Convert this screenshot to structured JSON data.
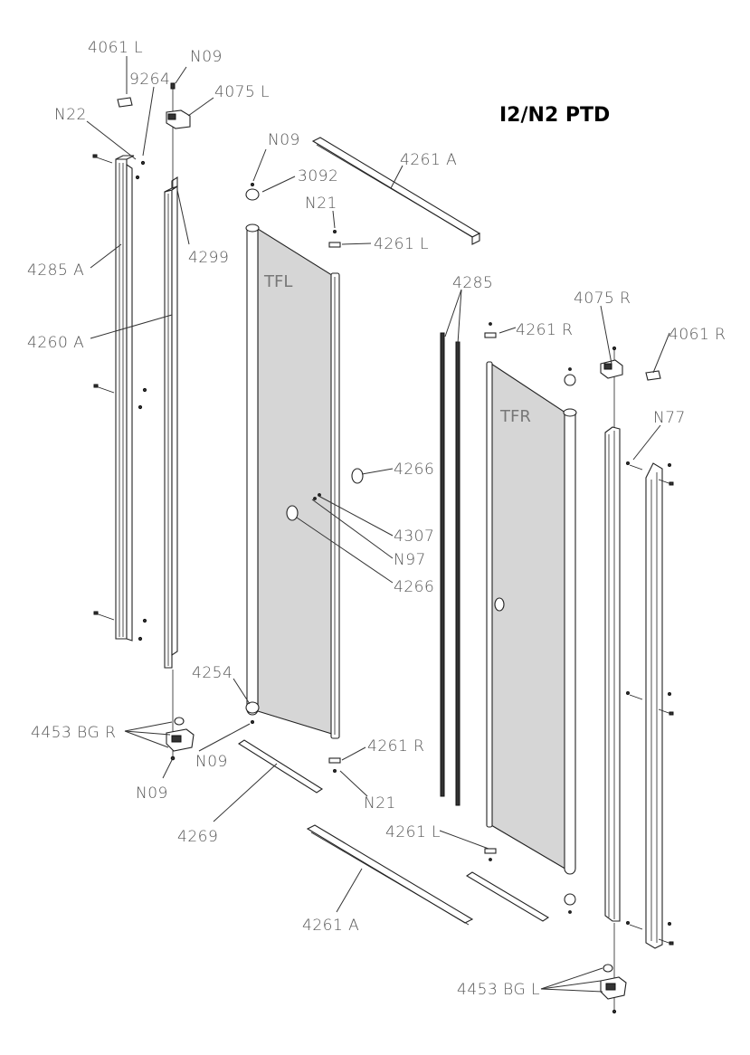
{
  "title": "I2/N2 PTD",
  "glass_labels": {
    "left_panel": "TFL",
    "right_panel": "TFR"
  },
  "parts": {
    "p4061L": "4061 L",
    "p9264": "9264",
    "pN09_top": "N09",
    "p4075L": "4075 L",
    "pN22": "N22",
    "pN09_a": "N09",
    "p3092": "3092",
    "p4261A_top": "4261 A",
    "pN21_top": "N21",
    "p4261L_top": "4261 L",
    "p4299": "4299",
    "p4285A": "4285 A",
    "p4285": "4285",
    "p4075R": "4075 R",
    "p4261R_top": "4261 R",
    "p4061R": "4061 R",
    "p4260A": "4260 A",
    "pN77": "N77",
    "p4266_a": "4266",
    "p4307": "4307",
    "pN97": "N97",
    "p4266_b": "4266",
    "p4254": "4254",
    "p4453BGR": "4453 BG R",
    "pN09_b": "N09",
    "p4261R_bot": "4261 R",
    "pN09_c": "N09",
    "pN21_bot": "N21",
    "p4269": "4269",
    "p4261L_bot": "4261 L",
    "p4261A_bot": "4261 A",
    "p4453BGL": "4453 BG L"
  }
}
